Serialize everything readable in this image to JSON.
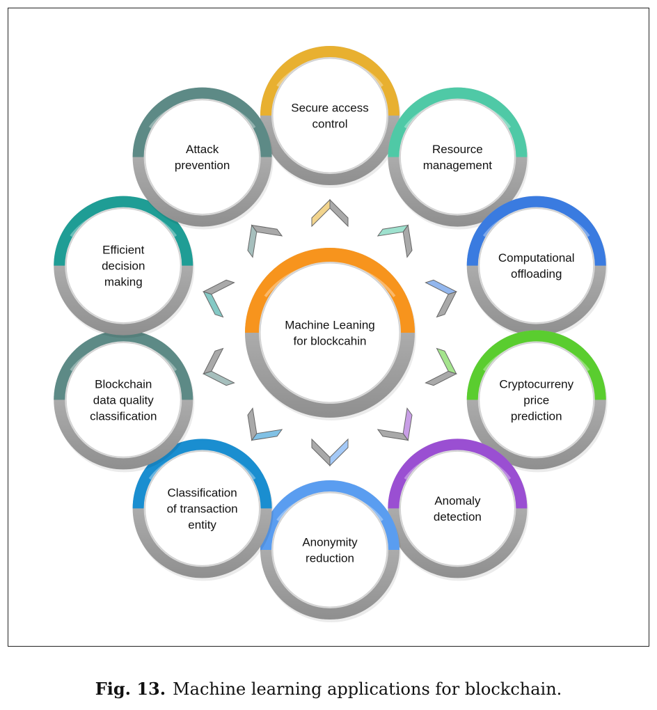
{
  "center": {
    "label": [
      "Machine Leaning",
      "for blockcahin"
    ],
    "color": "#f7941d"
  },
  "nodes": [
    {
      "label": [
        "Secure access",
        "control"
      ],
      "color": "#e8b030"
    },
    {
      "label": [
        "Resource",
        "management"
      ],
      "color": "#4fc9a6"
    },
    {
      "label": [
        "Computational",
        "offloading"
      ],
      "color": "#3a7be0"
    },
    {
      "label": [
        "Cryptocurreny",
        "price",
        "prediction"
      ],
      "color": "#5acd2f"
    },
    {
      "label": [
        "Anomaly",
        "detection"
      ],
      "color": "#9a4fd2"
    },
    {
      "label": [
        "Anonymity",
        "reduction"
      ],
      "color": "#5a9df0"
    },
    {
      "label": [
        "Classification",
        "of transaction",
        "entity"
      ],
      "color": "#1a8ed0"
    },
    {
      "label": [
        "Blockchain",
        "data quality",
        "classification"
      ],
      "color": "#5d8a86"
    },
    {
      "label": [
        "Efficient",
        "decision",
        "making"
      ],
      "color": "#1f9d95"
    },
    {
      "label": [
        "Attack",
        "prevention"
      ],
      "color": "#5d8a86"
    }
  ],
  "caption": {
    "label": "Fig. 13.",
    "text": "Machine learning applications for blockchain."
  }
}
